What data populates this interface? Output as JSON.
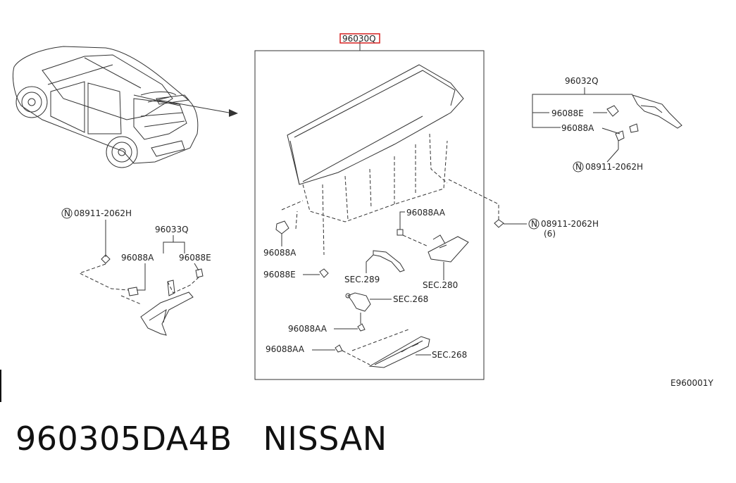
{
  "highlighted_part": "96030Q",
  "labels": {
    "main_assembly": "96030Q",
    "bracket_right": "96032Q",
    "bracket_left": "96033Q",
    "clip_e_1": "96088E",
    "clip_e_2": "96088E",
    "clip_e_3": "96088E",
    "clip_a_1": "96088A",
    "clip_a_2": "96088A",
    "clip_a_3": "96088A",
    "clip_aa_1": "96088AA",
    "clip_aa_2": "96088AA",
    "clip_aa_3": "96088AA",
    "nut_1": "08911-2062H",
    "nut_2": "08911-2062H",
    "nut_3": "08911-2062H",
    "nut_qty": "(6)",
    "sec_289": "SEC.289",
    "sec_280": "SEC.280",
    "sec_268_1": "SEC.268",
    "sec_268_2": "SEC.268",
    "nut_symbol": "N",
    "figure_code": "E960001Y"
  },
  "footer": {
    "part_number": "960305DA4B",
    "brand": "NISSAN"
  },
  "colors": {
    "highlight": "#d62020",
    "line": "#333333"
  }
}
